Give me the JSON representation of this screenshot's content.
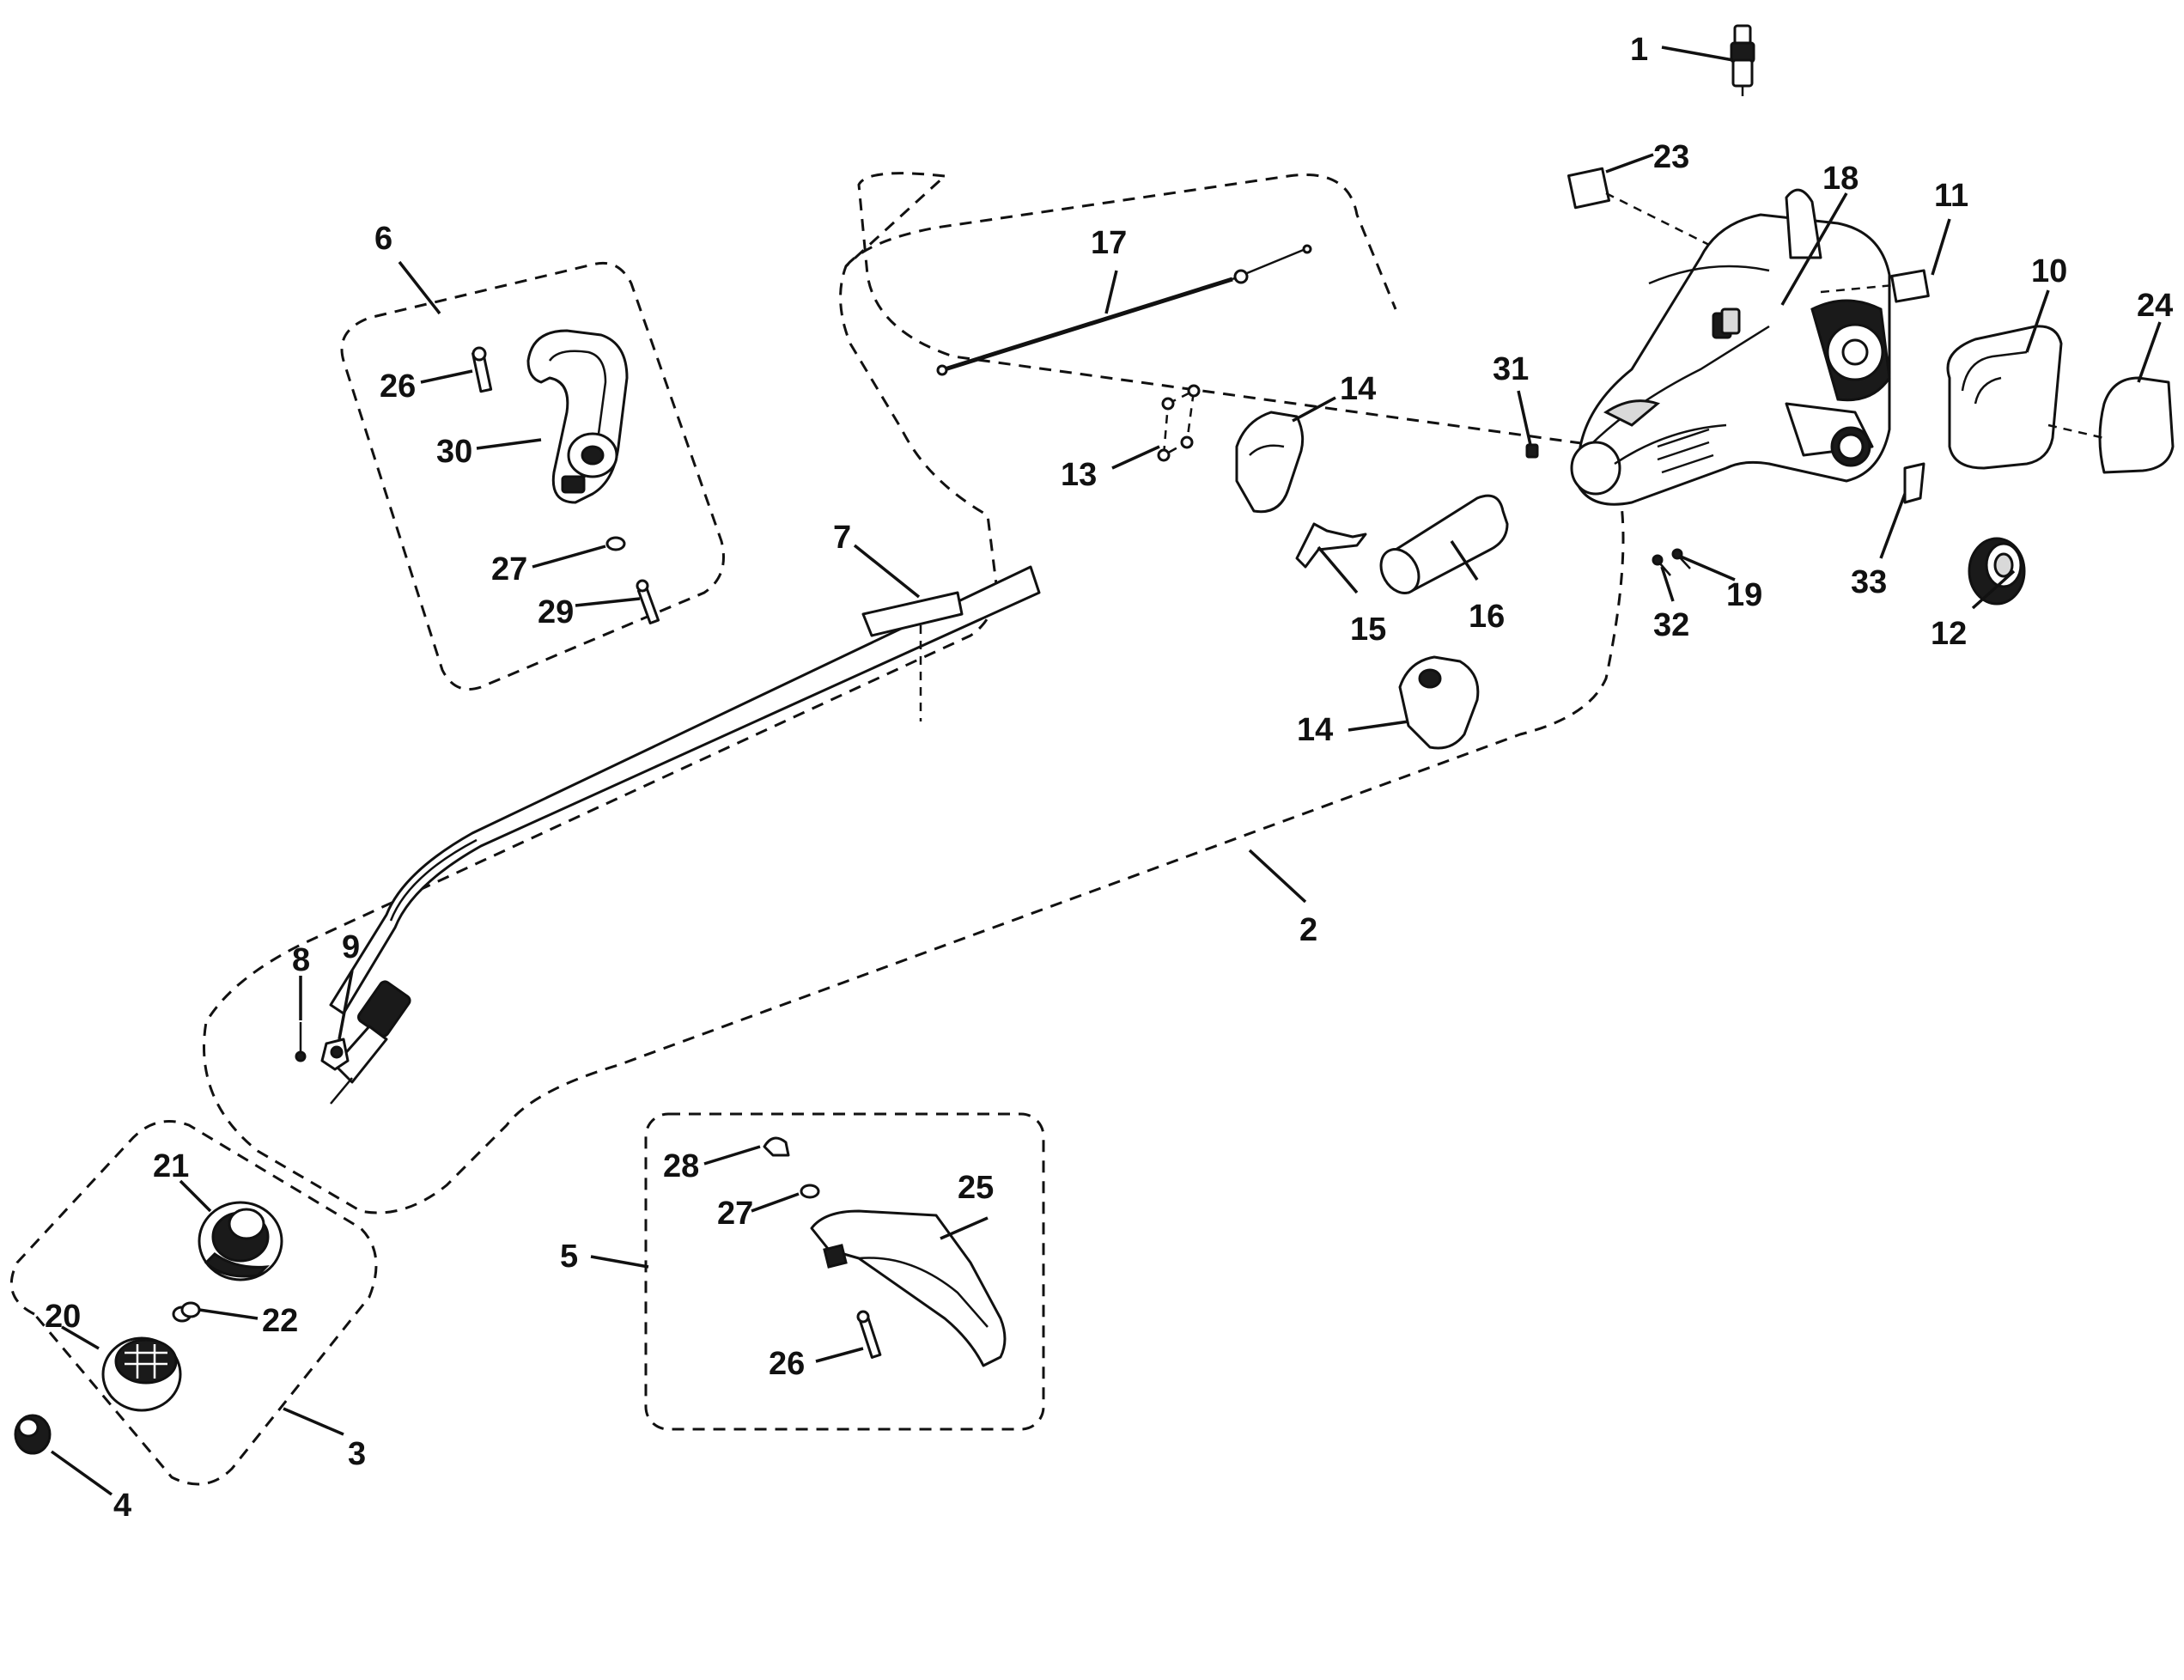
{
  "diagram": {
    "callouts": {
      "c1": "1",
      "c2": "2",
      "c3": "3",
      "c4": "4",
      "c5": "5",
      "c6": "6",
      "c7": "7",
      "c8": "8",
      "c9": "9",
      "c10": "10",
      "c11": "11",
      "c12": "12",
      "c13": "13",
      "c14a": "14",
      "c14b": "14",
      "c15": "15",
      "c16": "16",
      "c17": "17",
      "c18": "18",
      "c19": "19",
      "c20": "20",
      "c21": "21",
      "c22": "22",
      "c23": "23",
      "c24": "24",
      "c25": "25",
      "c26a": "26",
      "c26b": "26",
      "c27a": "27",
      "c27b": "27",
      "c28": "28",
      "c29": "29",
      "c30": "30",
      "c31": "31",
      "c32": "32",
      "c33": "33"
    }
  }
}
